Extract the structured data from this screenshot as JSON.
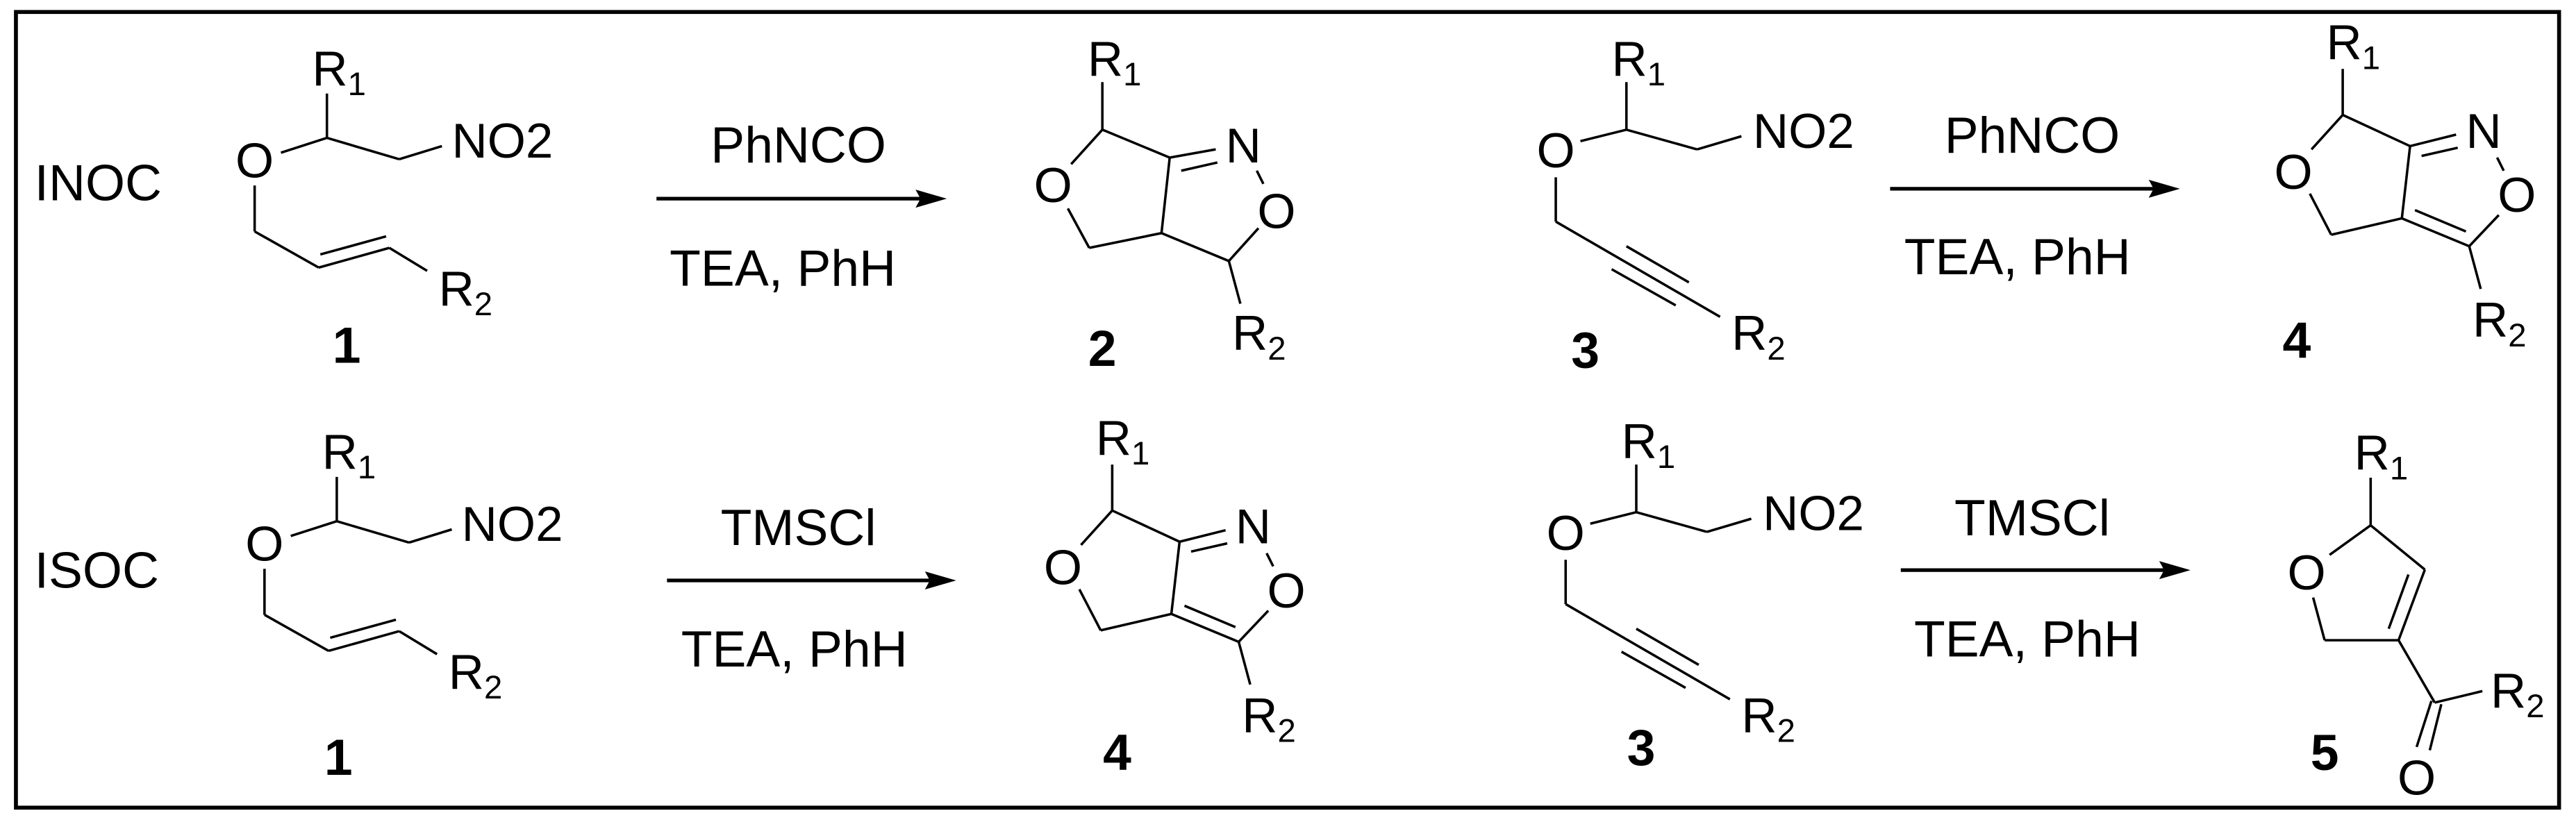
{
  "scheme": {
    "rows": [
      {
        "label": "INOC",
        "reactions": [
          {
            "substrate": {
              "number": "1",
              "labels": [
                "R1",
                "O",
                "NO2",
                "R2"
              ]
            },
            "reagents": {
              "top": "PhNCO",
              "bottom": "TEA, PhH"
            },
            "product": {
              "number": "2",
              "labels": [
                "R1",
                "O",
                "N",
                "O",
                "R2"
              ]
            }
          },
          {
            "substrate": {
              "number": "3",
              "labels": [
                "R1",
                "O",
                "NO2",
                "R2"
              ]
            },
            "reagents": {
              "top": "PhNCO",
              "bottom": "TEA, PhH"
            },
            "product": {
              "number": "4",
              "labels": [
                "R1",
                "O",
                "N",
                "O",
                "R2"
              ]
            }
          }
        ]
      },
      {
        "label": "ISOC",
        "reactions": [
          {
            "substrate": {
              "number": "1",
              "labels": [
                "R1",
                "O",
                "NO2",
                "R2"
              ]
            },
            "reagents": {
              "top": "TMSCl",
              "bottom": "TEA, PhH"
            },
            "product": {
              "number": "4",
              "labels": [
                "R1",
                "O",
                "N",
                "O",
                "R2"
              ]
            }
          },
          {
            "substrate": {
              "number": "3",
              "labels": [
                "R1",
                "O",
                "NO2",
                "R2"
              ]
            },
            "reagents": {
              "top": "TMSCl",
              "bottom": "TEA, PhH"
            },
            "product": {
              "number": "5",
              "labels": [
                "R1",
                "O",
                "R2",
                "O"
              ]
            }
          }
        ]
      }
    ]
  }
}
